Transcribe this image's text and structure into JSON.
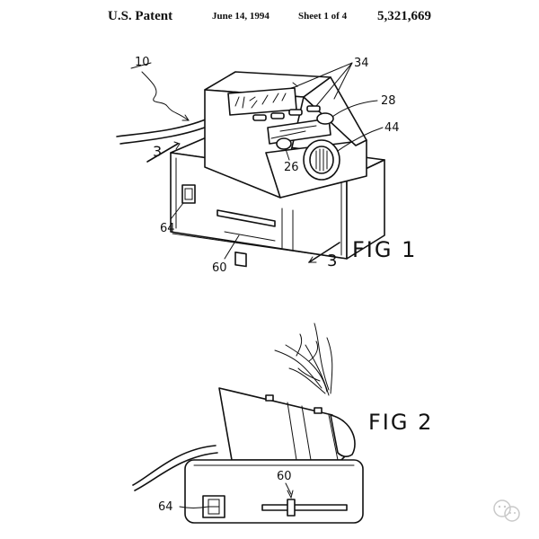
{
  "header": {
    "title": "U.S. Patent",
    "date": "June 14, 1994",
    "sheet": "Sheet 1 of 4",
    "patent_number": "5,321,669"
  },
  "fig1": {
    "caption": "FIG 1",
    "labels": {
      "device": "10",
      "displays": "34",
      "control_28": "28",
      "knob": "44",
      "control_26": "26",
      "switch": "64",
      "slider": "60",
      "section_top": "3",
      "section_bottom": "3"
    }
  },
  "fig2": {
    "caption": "FIG 2",
    "labels": {
      "slider": "60",
      "switch": "64"
    }
  }
}
